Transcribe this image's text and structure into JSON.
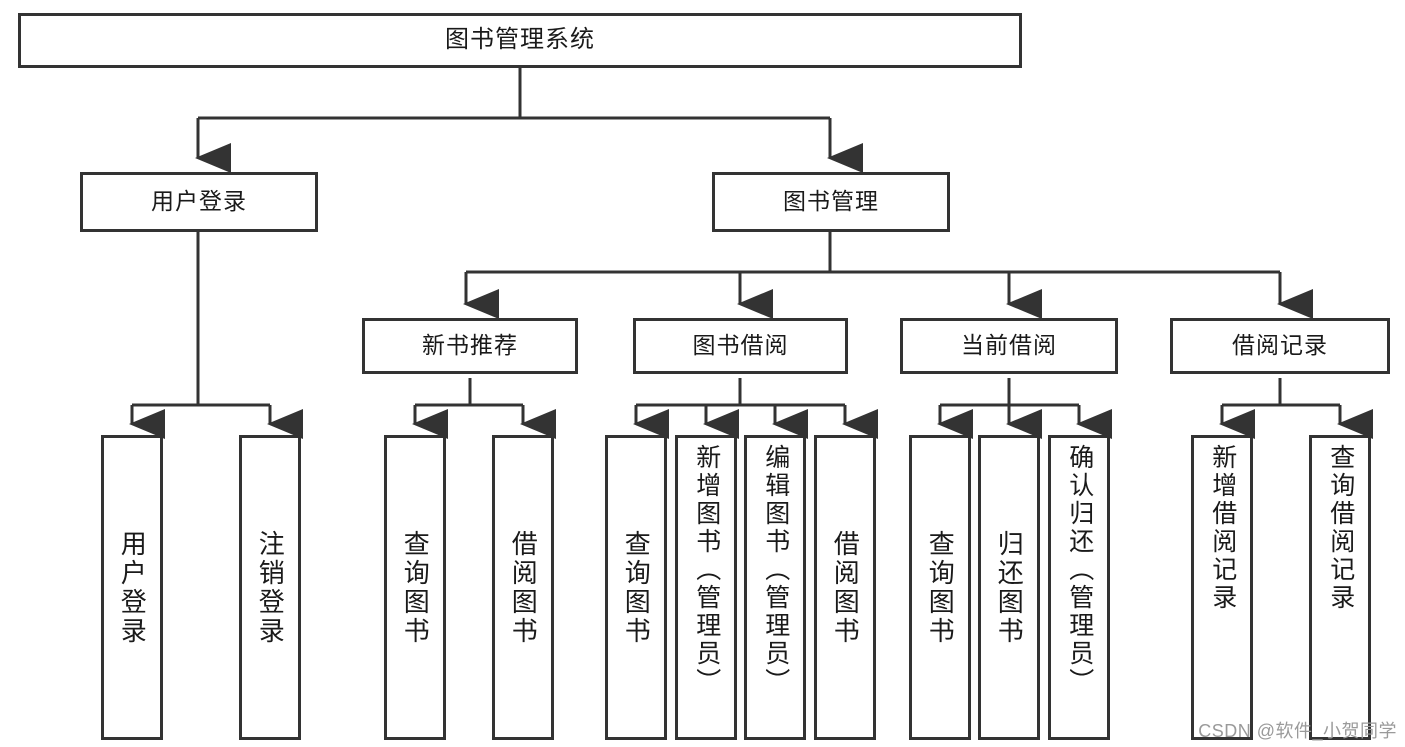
{
  "diagram": {
    "title": "图书管理系统",
    "type": "tree",
    "orientation": "top-down",
    "colors": {
      "background": "#ffffff",
      "box_border": "#333333",
      "box_fill": "#ffffff",
      "connector": "#333333",
      "text": "#1a1a1a",
      "watermark": "#9a9a9a"
    }
  },
  "nodes": {
    "root": {
      "label": "图书管理系统"
    },
    "level2": [
      {
        "id": "user-login",
        "label": "用户登录"
      },
      {
        "id": "book-management",
        "label": "图书管理"
      }
    ],
    "level3": [
      {
        "id": "new-book-recommend",
        "label": "新书推荐"
      },
      {
        "id": "book-borrow",
        "label": "图书借阅"
      },
      {
        "id": "current-borrow",
        "label": "当前借阅"
      },
      {
        "id": "borrow-record",
        "label": "借阅记录"
      }
    ],
    "leaves": {
      "user_login": [
        {
          "id": "leaf-user-login",
          "label": "用户登录"
        },
        {
          "id": "leaf-logout-login",
          "label": "注销登录"
        }
      ],
      "new_book_recommend": [
        {
          "id": "leaf-query-book-1",
          "label": "查询图书"
        },
        {
          "id": "leaf-borrow-book-1",
          "label": "借阅图书"
        }
      ],
      "book_borrow": [
        {
          "id": "leaf-query-book-2",
          "label": "查询图书"
        },
        {
          "id": "leaf-add-book-admin",
          "label": "新增图书（管理员）"
        },
        {
          "id": "leaf-edit-book-admin",
          "label": "编辑图书（管理员）"
        },
        {
          "id": "leaf-borrow-book-2",
          "label": "借阅图书"
        }
      ],
      "current_borrow": [
        {
          "id": "leaf-query-book-3",
          "label": "查询图书"
        },
        {
          "id": "leaf-return-book",
          "label": "归还图书"
        },
        {
          "id": "leaf-confirm-return-admin",
          "label": "确认归还（管理员）"
        }
      ],
      "borrow_record": [
        {
          "id": "leaf-add-borrow-record",
          "label": "新增借阅记录"
        },
        {
          "id": "leaf-query-borrow-record",
          "label": "查询借阅记录"
        }
      ]
    }
  },
  "watermark": {
    "text": "CSDN @软件_小贺同学"
  }
}
